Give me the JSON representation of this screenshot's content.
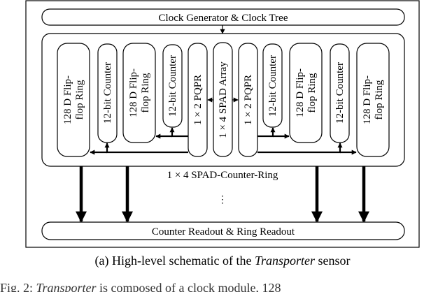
{
  "diagram": {
    "top_bus": "Clock Generator & Clock Tree",
    "bottom_bus": "Counter Readout & Ring Readout",
    "blocks": {
      "ring_left": "128 D Flip-flop Ring",
      "ring_left_l1": "128 D Flip-",
      "ring_left_l2": "flop Ring",
      "counter_1": "12-bit Counter",
      "ring_2_l1": "128 D Flip-",
      "ring_2_l2": "flop Ring",
      "counter_2": "12-bit Counter",
      "pqpr_left": "1 × 2 PQPR",
      "spad_array": "1 × 4 SPAD Array",
      "pqpr_right": "1 × 2 PQPR",
      "counter_3": "12-bit Counter",
      "ring_3_l1": "128 D Flip-",
      "ring_3_l2": "flop Ring",
      "counter_4": "12-bit Counter",
      "ring_4_l1": "128 D Flip-",
      "ring_4_l2": "flop Ring"
    },
    "module_label": "1 × 4 SPAD-Counter-Ring",
    "ellipsis": "⋮"
  },
  "caption": {
    "prefix": "(a) High-level schematic of the ",
    "italic": "Transporter",
    "suffix": " sensor"
  },
  "cutoff_text": {
    "prefix": "Fig. 2:  ",
    "italic": "Transporter",
    "rest": " is composed of a clock module, 128"
  }
}
